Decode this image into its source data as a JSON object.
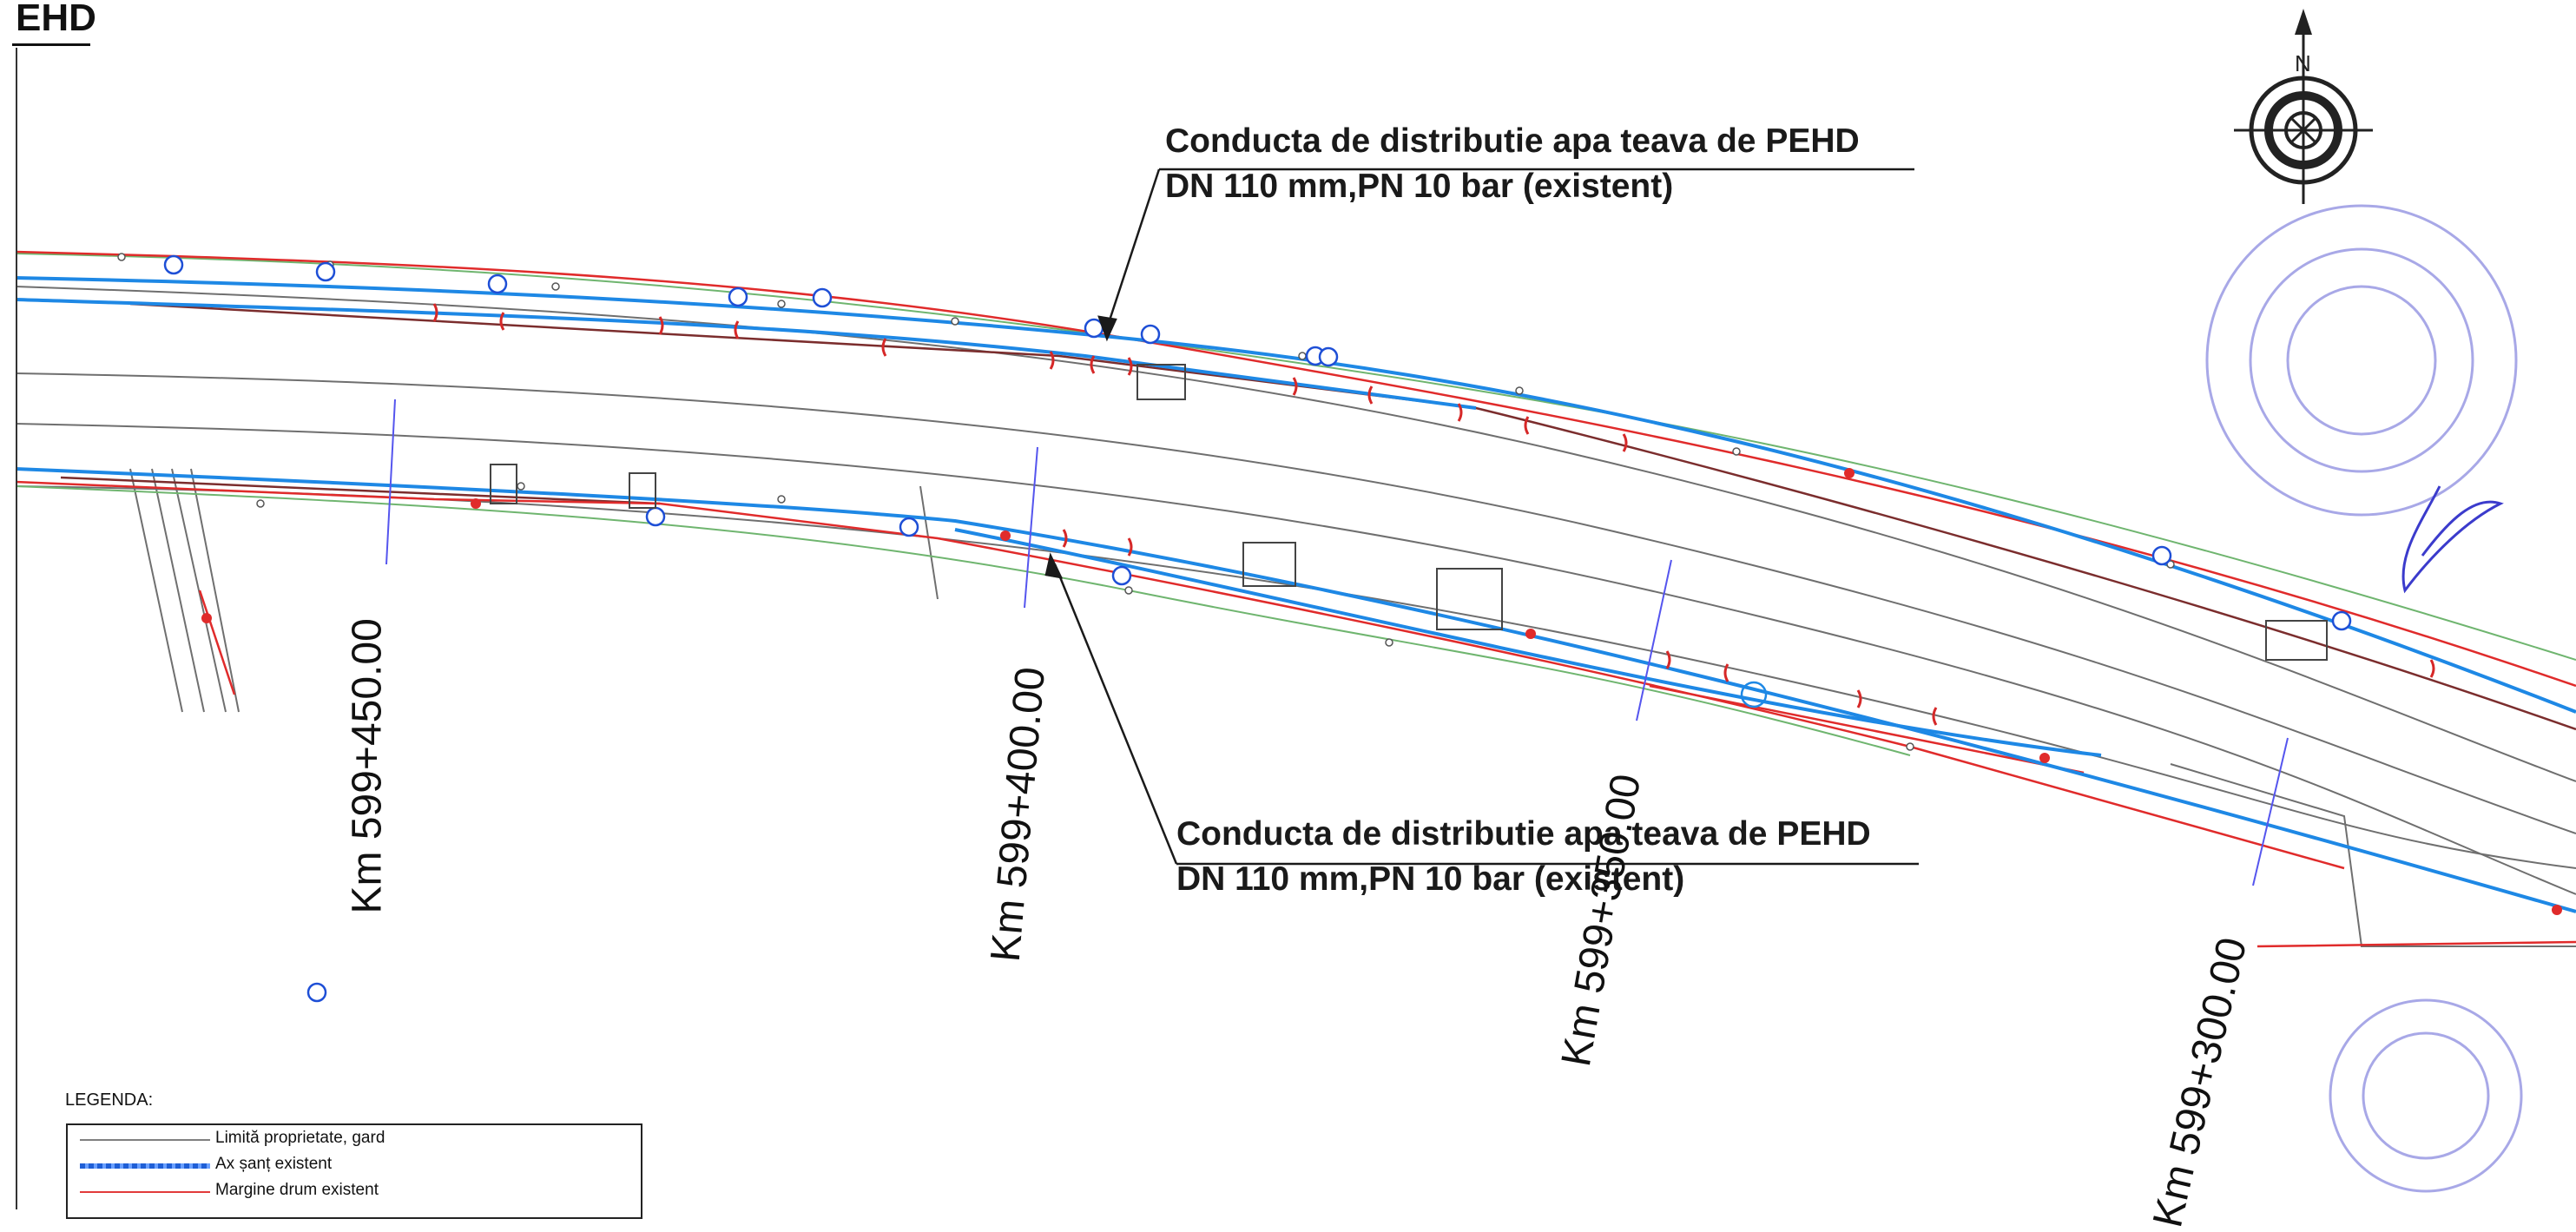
{
  "header": {
    "title": "EHD"
  },
  "callouts": [
    {
      "line1": "Conducta de distributie apa teava de PEHD",
      "line2": "DN 110 mm,PN 10 bar (existent)"
    },
    {
      "line1": "Conducta de distributie apa teava de PEHD",
      "line2": "DN 110 mm,PN 10 bar (existent)"
    }
  ],
  "chainage": [
    {
      "label": "Km 599+450.00"
    },
    {
      "label": "Km 599+400.00"
    },
    {
      "label": "Km 599+350.00"
    },
    {
      "label": "Km 599+300.00"
    }
  ],
  "compass": {
    "north_label": "N"
  },
  "legend": {
    "title": "LEGENDA:",
    "items": [
      {
        "label": "Limită proprietate, gard",
        "color": "#808080"
      },
      {
        "label": "Ax șanț existent",
        "color": "#1f5fd6"
      },
      {
        "label": "Margine drum existent",
        "color": "#e23a3a"
      }
    ]
  },
  "colors": {
    "pipe": "#1e88e5",
    "road_edge": "#e02b2b",
    "property": "#7a7a7a",
    "ditch": "#5aa55a",
    "dark_line": "#7b2d2d",
    "stamp": "#6a6ad8",
    "station_line": "#5555ee"
  }
}
